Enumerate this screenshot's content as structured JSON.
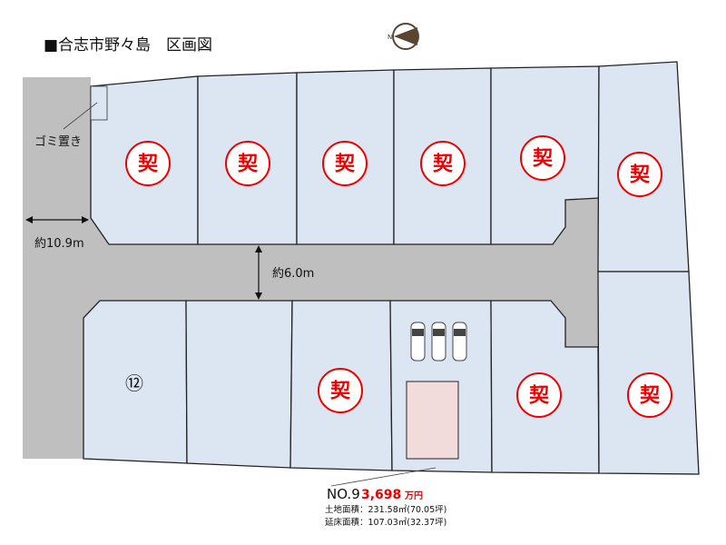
{
  "title": "■合志市野々島　区画図",
  "compass": {
    "letter": "N"
  },
  "labels": {
    "garbage": "ゴミ置き",
    "width_west": "約10.9m",
    "width_road": "約6.0m"
  },
  "sold_mark": "契",
  "lot_marker": "⑫",
  "featured_lot": {
    "number": "NO.9",
    "price": "3,698",
    "price_unit": "万円",
    "land_area": "土地面積：231.58㎡(70.05坪)",
    "floor_area": "延床面積：107.03㎡(32.37坪)"
  },
  "colors": {
    "lot": "#dce6f2",
    "road": "#bfbfbf",
    "sold": "#e00000",
    "building": "#f2dcdb"
  }
}
